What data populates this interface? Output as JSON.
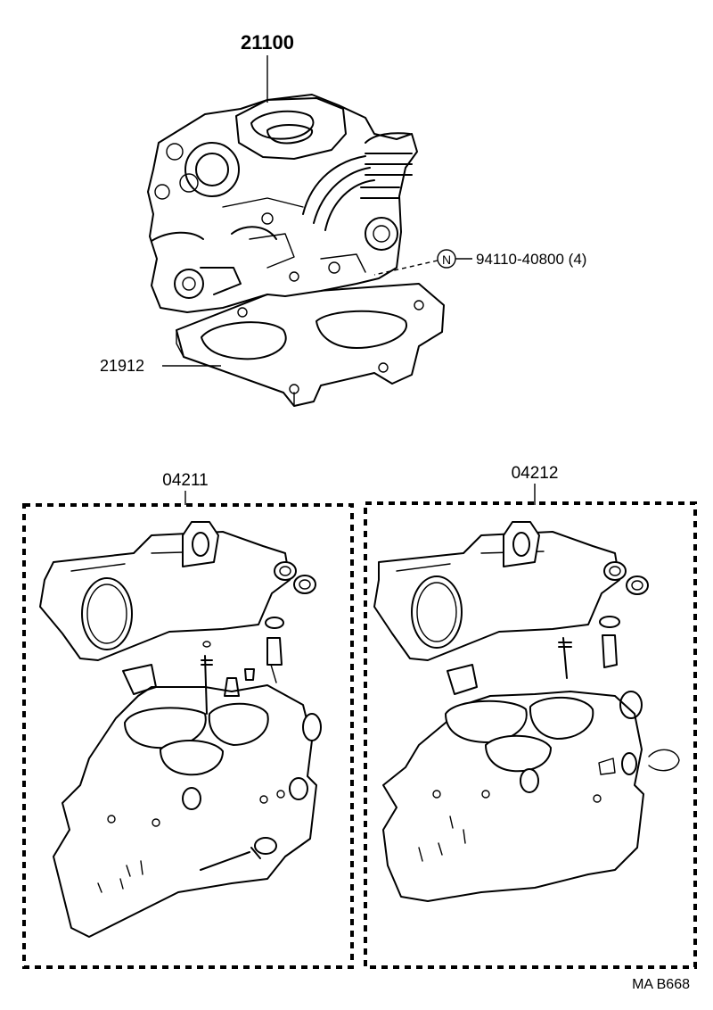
{
  "labels": {
    "carburetor_assy": "21100",
    "base_gasket": "21912",
    "nut_symbol": "N",
    "nut_part": "94110-40800 (4)",
    "kit_left": "04211",
    "kit_right": "04212",
    "figure_code": "MA B668"
  }
}
